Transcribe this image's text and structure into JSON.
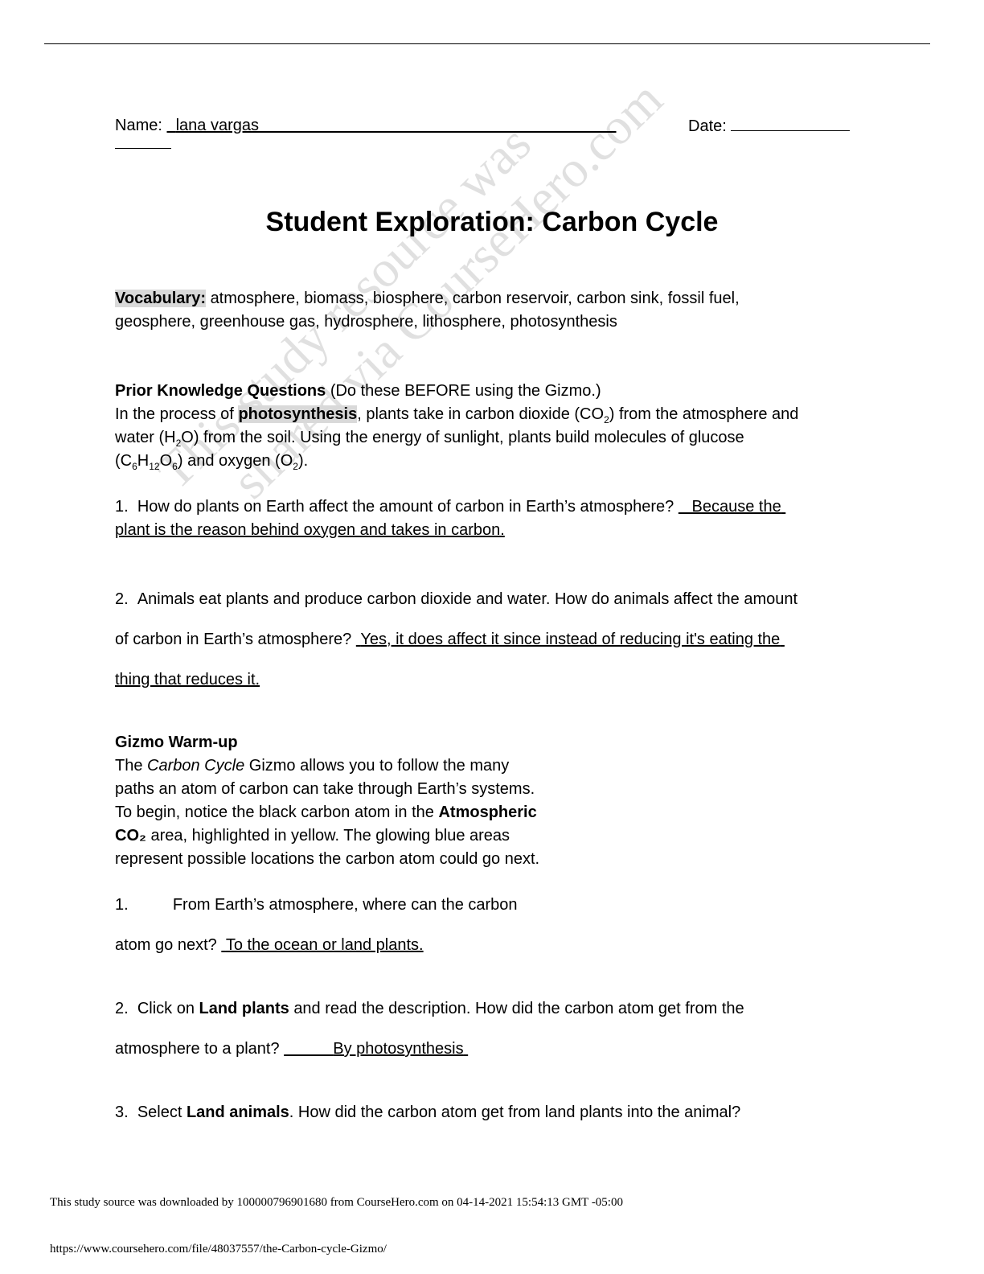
{
  "header": {
    "name_label": "Name:",
    "name_value": "lana vargas",
    "date_label": "Date:"
  },
  "title": "Student Exploration: Carbon Cycle",
  "vocabulary": {
    "label": "Vocabulary:",
    "line1": "atmosphere, biomass, biosphere, carbon reservoir, carbon sink, fossil fuel,",
    "line2": "geosphere, greenhouse gas, hydrosphere, lithosphere, photosynthesis"
  },
  "prior_knowledge": {
    "heading": "Prior Knowledge Questions",
    "heading_note": "(Do these BEFORE using the Gizmo.)",
    "intro_pre": "In the process of",
    "intro_term": "photosynthesis",
    "intro_post": ", plants take in carbon dioxide (CO",
    "intro_post2": ") from the atmosphere and",
    "line2_a": "water (H",
    "line2_b": "O) from the soil. Using the energy of sunlight, plants build molecules of glucose",
    "line3_a": "(C",
    "line3_b": "H",
    "line3_c": "O",
    "line3_d": ") and oxygen (O",
    "line3_e": ").",
    "sub_2": "2",
    "sub_6": "6",
    "sub_12": "12",
    "q1_number": "1.",
    "q1_text": "How do plants on Earth affect the amount of carbon in Earth’s atmosphere?",
    "q1_answer_a": "Because the",
    "q1_answer_b": "plant is the reason behind oxygen and takes in carbon.",
    "q2_number": "2.",
    "q2_text_a": "Animals eat plants and produce carbon dioxide and water. How do animals affect the amount",
    "q2_text_b": "of carbon in Earth’s atmosphere?",
    "q2_answer_a": "Yes, it does affect it since instead of reducing it's eating the",
    "q2_answer_b": "thing that reduces it."
  },
  "warmup": {
    "heading": "Gizmo Warm-up",
    "l1_a": "The",
    "l1_italic": "Carbon Cycle",
    "l1_b": "Gizmo allows you to follow the many",
    "l2": "paths an atom of carbon can take through Earth’s systems.",
    "l3_a": "To begin, notice the black carbon atom in the",
    "l3_bold": "Atmospheric",
    "l4_bold": "CO₂",
    "l4_b": "area, highlighted in yellow. The glowing blue areas",
    "l5": "represent possible locations the carbon atom could go next.",
    "q1_number": "1.",
    "q1_text": "From Earth’s atmosphere, where can the carbon",
    "q1_text_b": "atom go next?",
    "q1_answer": "To the ocean or land plants.",
    "q2_number": "2.",
    "q2_a": "Click on",
    "q2_bold": "Land plants",
    "q2_b": "and read the description. How did the carbon atom get from the",
    "q2_c": "atmosphere to a plant?",
    "q2_answer": "By photosynthesis",
    "q3_number": "3.",
    "q3_a": "Select",
    "q3_bold": "Land animals",
    "q3_b": ". How did the carbon atom get from land plants into the animal?"
  },
  "watermark": {
    "line1": "This study resource was",
    "line2": "shared via CourseHero.com"
  },
  "footer": {
    "source_line": "This study source was downloaded by 100000796901680 from CourseHero.com on 04-14-2021 15:54:13 GMT -05:00",
    "url": "https://www.coursehero.com/file/48037557/the-Carbon-cycle-Gizmo/"
  }
}
